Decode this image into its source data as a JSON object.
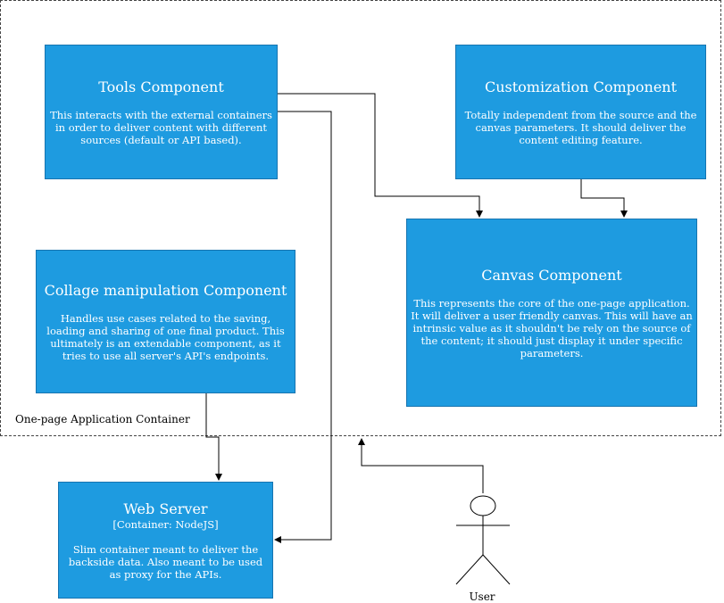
{
  "container": {
    "label": "One-page Application Container"
  },
  "tools": {
    "title": "Tools Component",
    "description": "This interacts with the external containers in order to deliver content with different sources (default or API based)."
  },
  "customization": {
    "title": "Customization Component",
    "description": "Totally independent from the source and the canvas parameters. It should deliver the content editing feature."
  },
  "collage": {
    "title": "Collage manipulation Component",
    "description": "Handles use cases related to the saving, loading and sharing of one final product. This ultimately is an extendable component, as it tries to use all server's API's endpoints."
  },
  "canvas": {
    "title": "Canvas Component",
    "description": "This represents the core of the one-page application. It will deliver a user friendly canvas. This will have an intrinsic value as it shouldn't be rely on the source of the content; it should just display it under specific parameters."
  },
  "webserver": {
    "title": "Web Server",
    "subtitle": "[Container: NodeJS]",
    "description": "Slim container meant to deliver the backside data. Also meant to be used as proxy for the APIs."
  },
  "user": {
    "label": "User"
  },
  "colors": {
    "box_fill": "#1e9be0",
    "box_border": "#1674b0",
    "line": "#000000"
  }
}
